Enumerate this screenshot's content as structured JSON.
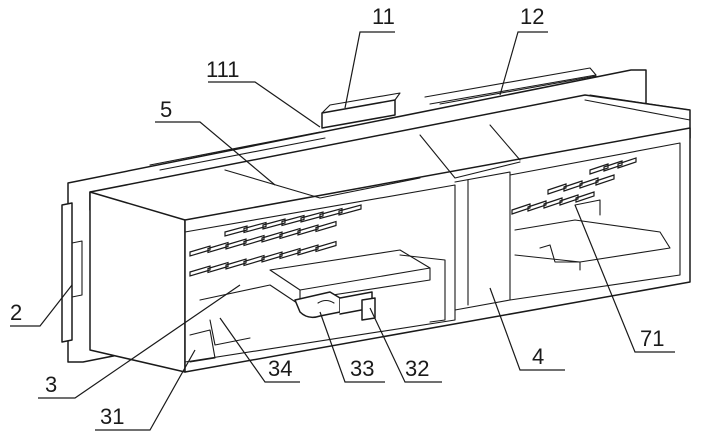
{
  "labels": {
    "l11": "11",
    "l12": "12",
    "l111": "111",
    "l5": "5",
    "l2": "2",
    "l3": "3",
    "l31": "31",
    "l34": "34",
    "l33": "33",
    "l32": "32",
    "l4": "4",
    "l71": "71"
  }
}
